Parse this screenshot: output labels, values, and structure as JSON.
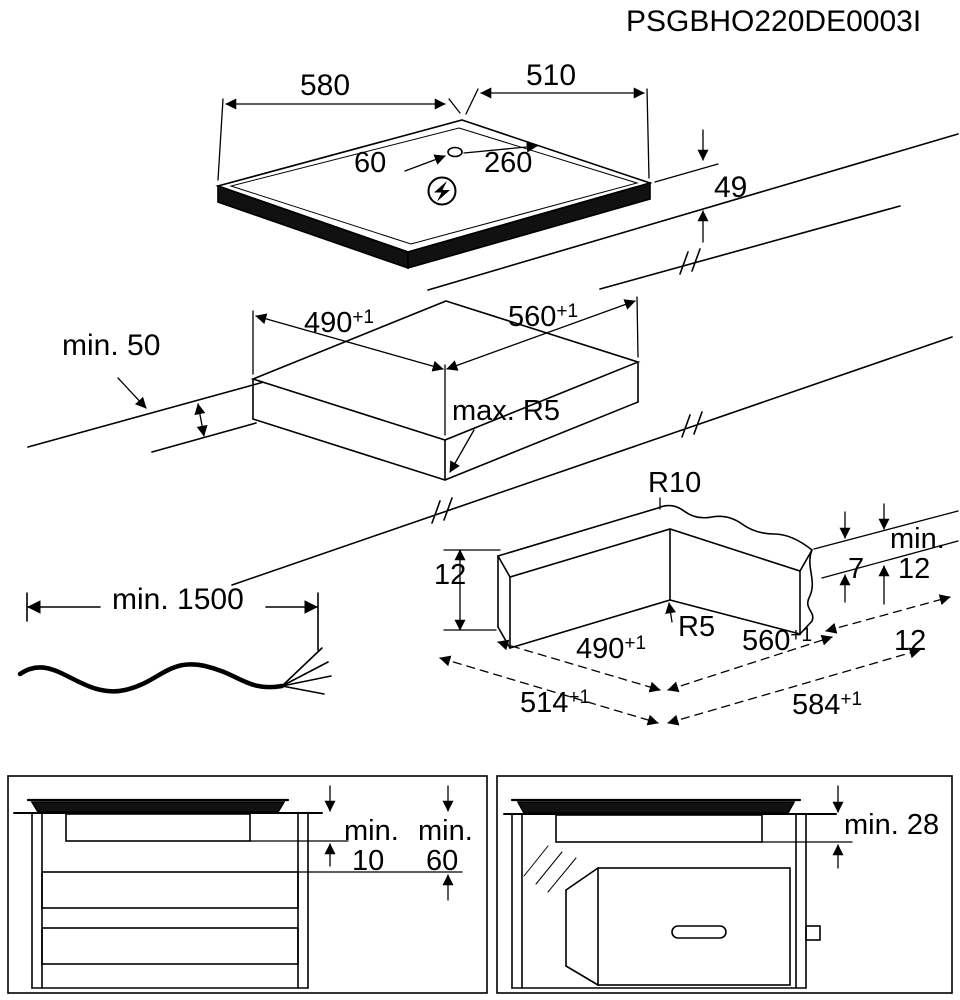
{
  "doc_code": "PSGBHO220DE0003I",
  "hob": {
    "width": "580",
    "depth": "510",
    "height": "49",
    "cable_hole_offset_left": "60",
    "cable_hole_offset_right": "260"
  },
  "worktop_cutout": {
    "front_clearance": "min. 50",
    "cutout_depth": "490",
    "cutout_depth_tol": "+1",
    "cutout_width": "560",
    "cutout_width_tol": "+1",
    "corner_radius": "max. R5"
  },
  "corner_detail": {
    "top_edge_radius": "R10",
    "bottom_corner_radius": "R5",
    "left_offset": "12",
    "step_height": "7",
    "right_clearance_label": "min.",
    "right_clearance_value": "12",
    "right_offset": "12",
    "cutout_depth": "490",
    "cutout_depth_tol": "+1",
    "cutout_width": "560",
    "cutout_width_tol": "+1",
    "overall_depth": "514",
    "overall_depth_tol": "+1",
    "overall_width": "584",
    "overall_width_tol": "+1"
  },
  "cable": {
    "min_length": "min. 1500"
  },
  "drawer_install": {
    "gap_label": "min.",
    "gap_value": "10",
    "clearance_label": "min.",
    "clearance_value": "60"
  },
  "oven_install": {
    "clearance": "min. 28"
  }
}
